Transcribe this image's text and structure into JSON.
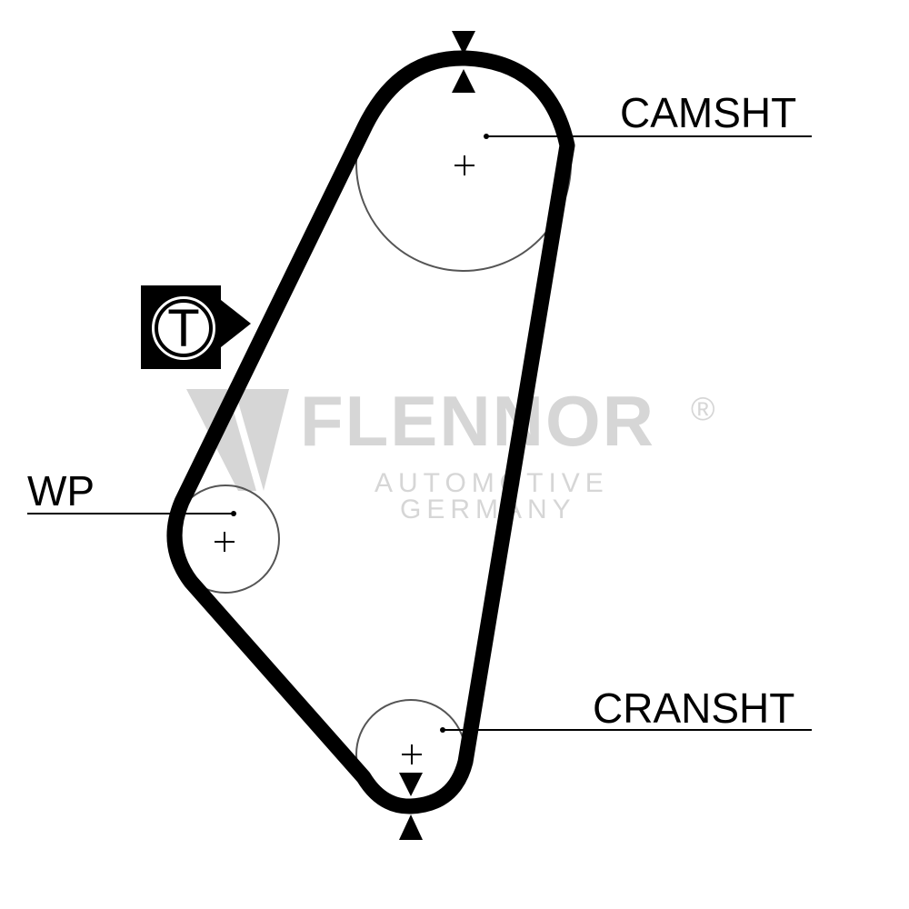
{
  "colors": {
    "belt": "#000000",
    "pulley_outline": "#555555",
    "watermark": "#d6d6d6",
    "background": "#ffffff"
  },
  "watermark": {
    "brand": "FLENNOR",
    "registered": "®",
    "line1": "AUTOMOTIVE",
    "line2": "GERMANY"
  },
  "labels": {
    "camshaft": "CAMSHT",
    "water_pump": "WP",
    "crankshaft": "CRANSHT"
  },
  "tensioner": {
    "symbol": "T"
  },
  "icons": {
    "tensioner": "tensioner-badge-icon",
    "center_mark": "plus-icon",
    "timing_mark": "triangle-marker-icon"
  }
}
